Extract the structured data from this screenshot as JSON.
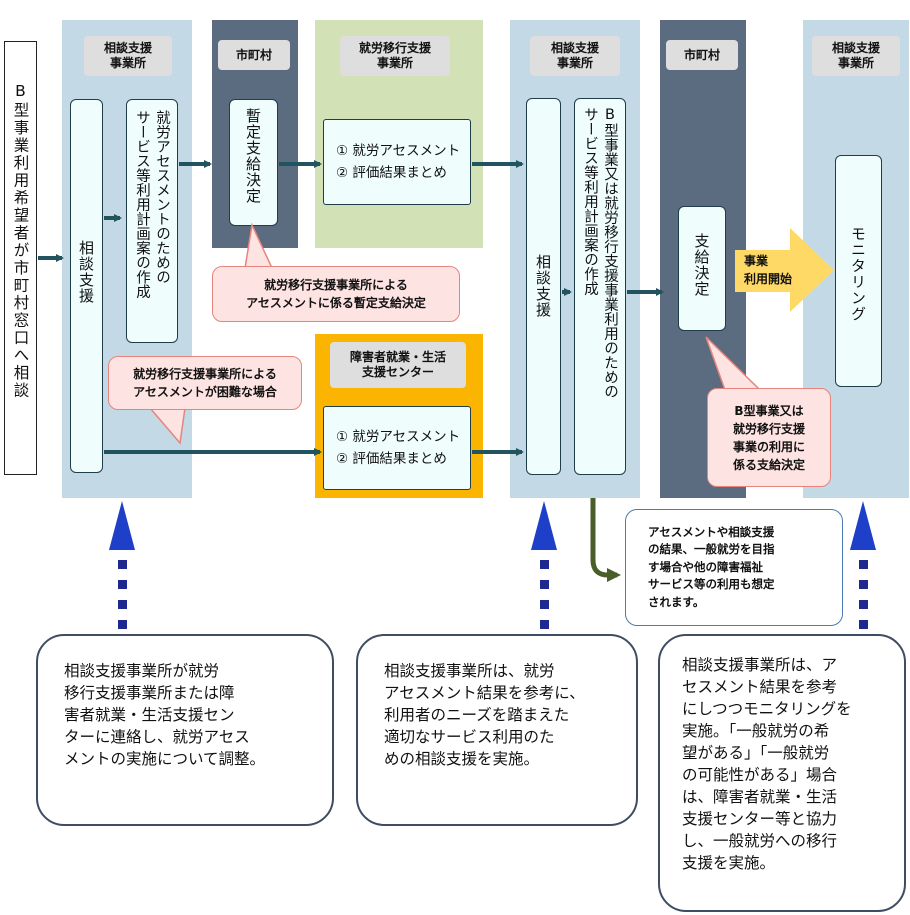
{
  "lanes": {
    "counsel1": "相談支援\n事業所",
    "city1": "市町村",
    "transition": "就労移行支援\n事業所",
    "counsel2": "相談支援\n事業所",
    "city2": "市町村",
    "counsel3": "相談支援\n事業所",
    "employment_center": "障害者就業・生活\n支援センター"
  },
  "start_label": "B型事業利用希望者が市町村窓口へ相談",
  "boxes": {
    "counseling_support_1": "相談支援",
    "plan_draft_1": "就労アセスメントのための\nサービス等利用計画案の作成",
    "provisional_decision": "暫定支給決定",
    "assessment_steps_1": [
      "① 就労アセスメント",
      "② 評価結果まとめ"
    ],
    "assessment_steps_2": [
      "① 就労アセスメント",
      "② 評価結果まとめ"
    ],
    "counseling_support_2": "相談支援",
    "plan_draft_2": "B型事業又は就労移行支援事業利用のための\nサービス等利用計画案の作成",
    "payment_decision": "支給決定",
    "monitoring": "モニタリング"
  },
  "arrow_label": [
    "事業",
    "利用開始"
  ],
  "callouts": {
    "provisional_note": [
      "就労移行支援事業所による",
      "アセスメントに係る暫定支給決定"
    ],
    "difficult_note": [
      "就労移行支援事業所による",
      "アセスメントが困難な場合"
    ],
    "decision_note": [
      "B型事業又は",
      "就労移行支援",
      "事業の利用に",
      "係る支給決定"
    ],
    "general_note": [
      "アセスメントや相談支援",
      "の結果、一般就労を目指",
      "す場合や他の障害福祉",
      "サービス等の利用も想定",
      "されます。"
    ]
  },
  "bubbles": {
    "left": [
      "相談支援事業所が就労",
      "移行支援事業所または障",
      "害者就業・生活支援セン",
      "ターに連絡し、就労アセス",
      "メントの実施について調整。"
    ],
    "middle": [
      "相談支援事業所は、就労",
      "アセスメント結果を参考に、",
      "利用者のニーズを踏まえた",
      "適切なサービス利用のた",
      "めの相談支援を実施。"
    ],
    "right": [
      "相談支援事業所は、ア",
      "セスメント結果を参考",
      "にしつつモニタリングを",
      "実施。「一般就労の希",
      "望がある」「一般就労",
      "の可能性がある」場合",
      "は、障害者就業・生活",
      "支援センター等と協力",
      "し、一般就労への移行",
      "支援を実施。"
    ]
  },
  "colors": {
    "lane_blue": "#c4d9e6",
    "lane_navy": "#5b6b80",
    "lane_green": "#d3e2b6",
    "lane_yellow": "#fbb500",
    "arrow_teal": "#21545e",
    "dotted_navy": "#1e2890",
    "bubble_arrow_blue": "#1e3fc8",
    "bend_arrow_green": "#4a5e2a",
    "highlight_arrow": "#ffd966"
  }
}
